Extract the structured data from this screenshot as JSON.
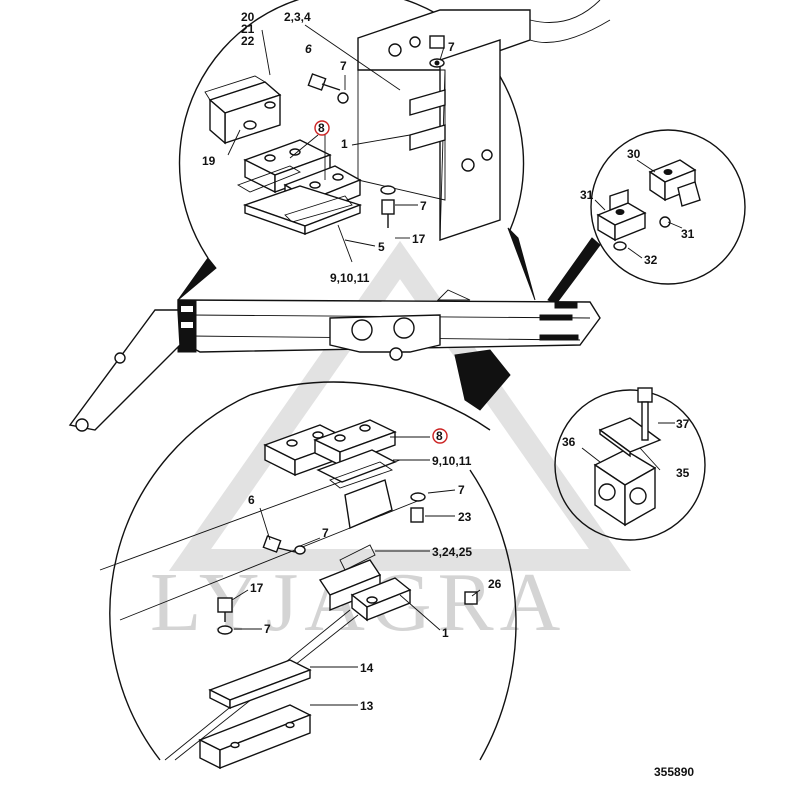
{
  "drawing_number": "355890",
  "watermark": "LYJAGRA",
  "highlight_color": "#cc2222",
  "callouts": {
    "top_detail": {
      "c20_21_22": [
        "20",
        "21",
        "22"
      ],
      "c2_3_4": "2,3,4",
      "c6": "6",
      "c7a": "7",
      "c7b": "7",
      "c7c": "7",
      "c8": "8",
      "c1": "1",
      "c19": "19",
      "c5": "5",
      "c17": "17",
      "c9_10_11": "9,10,11"
    },
    "bracket_detail": {
      "c30": "30",
      "c31a": "31",
      "c31b": "31",
      "c32": "32"
    },
    "clamp_detail": {
      "c37": "37",
      "c36": "36",
      "c35": "35"
    },
    "bottom_detail": {
      "c8": "8",
      "c9_10_11": "9,10,11",
      "c6": "6",
      "c7a": "7",
      "c7b": "7",
      "c7c": "7",
      "c23": "23",
      "c3_24_25": "3,24,25",
      "c26": "26",
      "c17": "17",
      "c1": "1",
      "c14": "14",
      "c13": "13"
    }
  }
}
